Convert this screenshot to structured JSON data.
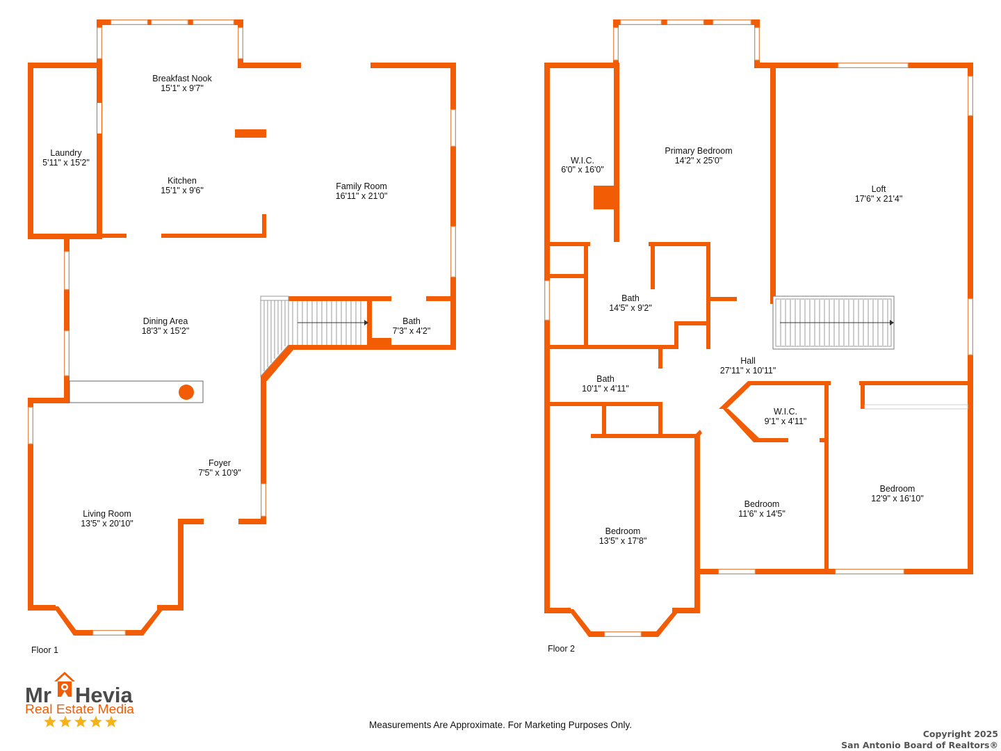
{
  "floors": [
    {
      "label": "Floor 1",
      "rooms": [
        {
          "name": "Breakfast Nook",
          "size": "15'1\" x 9'7\""
        },
        {
          "name": "Laundry",
          "size": "5'11\" x 15'2\""
        },
        {
          "name": "Kitchen",
          "size": "15'1\" x 9'6\""
        },
        {
          "name": "Family Room",
          "size": "16'11\" x 21'0\""
        },
        {
          "name": "Dining Area",
          "size": "18'3\" x 15'2\""
        },
        {
          "name": "Bath",
          "size": "7'3\" x 4'2\""
        },
        {
          "name": "Foyer",
          "size": "7'5\" x 10'9\""
        },
        {
          "name": "Living Room",
          "size": "13'5\" x 20'10\""
        }
      ]
    },
    {
      "label": "Floor 2",
      "rooms": [
        {
          "name": "W.I.C.",
          "size": "6'0\" x 16'0\""
        },
        {
          "name": "Primary Bedroom",
          "size": "14'2\" x 25'0\""
        },
        {
          "name": "Loft",
          "size": "17'6\" x 21'4\""
        },
        {
          "name": "Bath",
          "size": "14'5\" x 9'2\""
        },
        {
          "name": "Hall",
          "size": "27'11\" x 10'11\""
        },
        {
          "name": "Bath",
          "size": "10'1\" x 4'11\""
        },
        {
          "name": "W.I.C.",
          "size": "9'1\" x 4'11\""
        },
        {
          "name": "Bedroom",
          "size": "12'9\" x 16'10\""
        },
        {
          "name": "Bedroom",
          "size": "11'6\" x 14'5\""
        },
        {
          "name": "Bedroom",
          "size": "13'5\" x 17'8\""
        }
      ]
    }
  ],
  "logo": {
    "name": "Mr Hevia",
    "subtitle": "Real Estate Media",
    "stars": 5,
    "icon": "house-camera-icon"
  },
  "disclaimer": "Measurements Are Approximate. For Marketing Purposes Only.",
  "copyright": {
    "line1": "Copyright 2025",
    "line2": "San Antonio Board of Realtors®"
  },
  "colors": {
    "wall": "#f25c05",
    "logo_text": "#4a4a4a",
    "star": "#f6b21a"
  }
}
